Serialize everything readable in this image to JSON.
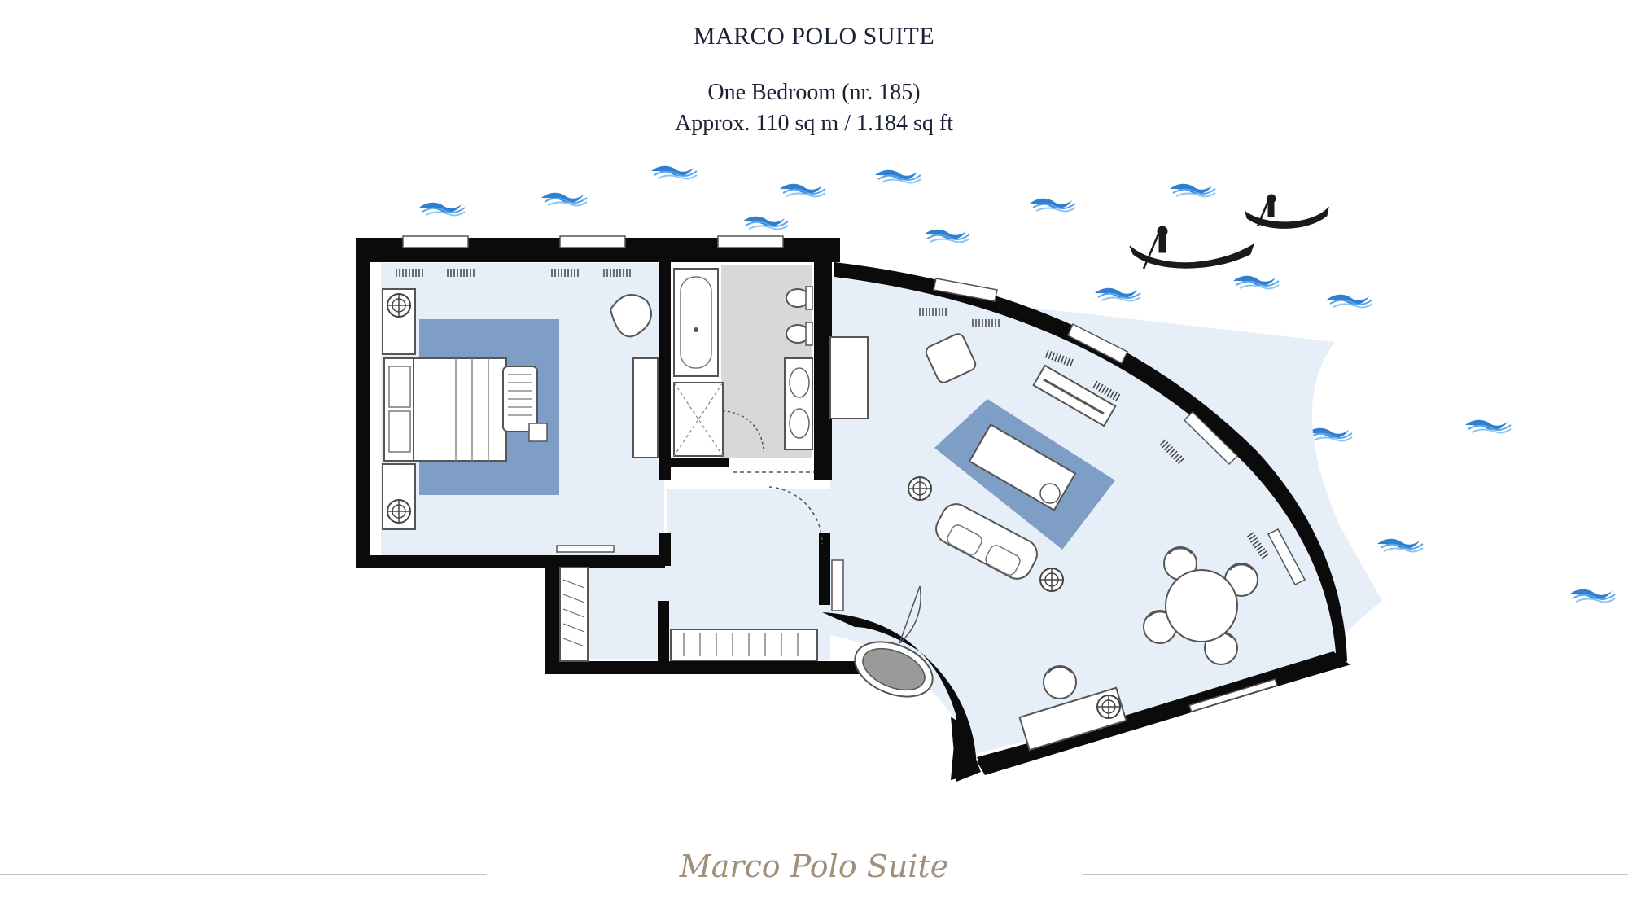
{
  "header": {
    "title": "MARCO POLO SUITE",
    "subtitle": "One Bedroom (nr. 185)",
    "area": "Approx. 110 sq m / 1.184 sq ft"
  },
  "footer": {
    "signature": "Marco Polo Suite"
  },
  "colors": {
    "floor": "#e6eef8",
    "rug": "#7f9ec5",
    "wall": "#0b0b0b",
    "bathroom_tile": "#d8d9d6",
    "waves": "#2f7fd0",
    "text": "#1b2235",
    "footer_text": "#a08f7a"
  },
  "icons": [
    "wave-icon",
    "gondola-icon",
    "bed-icon",
    "sofa-icon",
    "armchair-icon",
    "dining-table-icon",
    "desk-icon",
    "bathtub-icon",
    "shower-icon",
    "sink-icon",
    "toilet-icon",
    "fireplace-icon",
    "wardrobe-icon"
  ]
}
